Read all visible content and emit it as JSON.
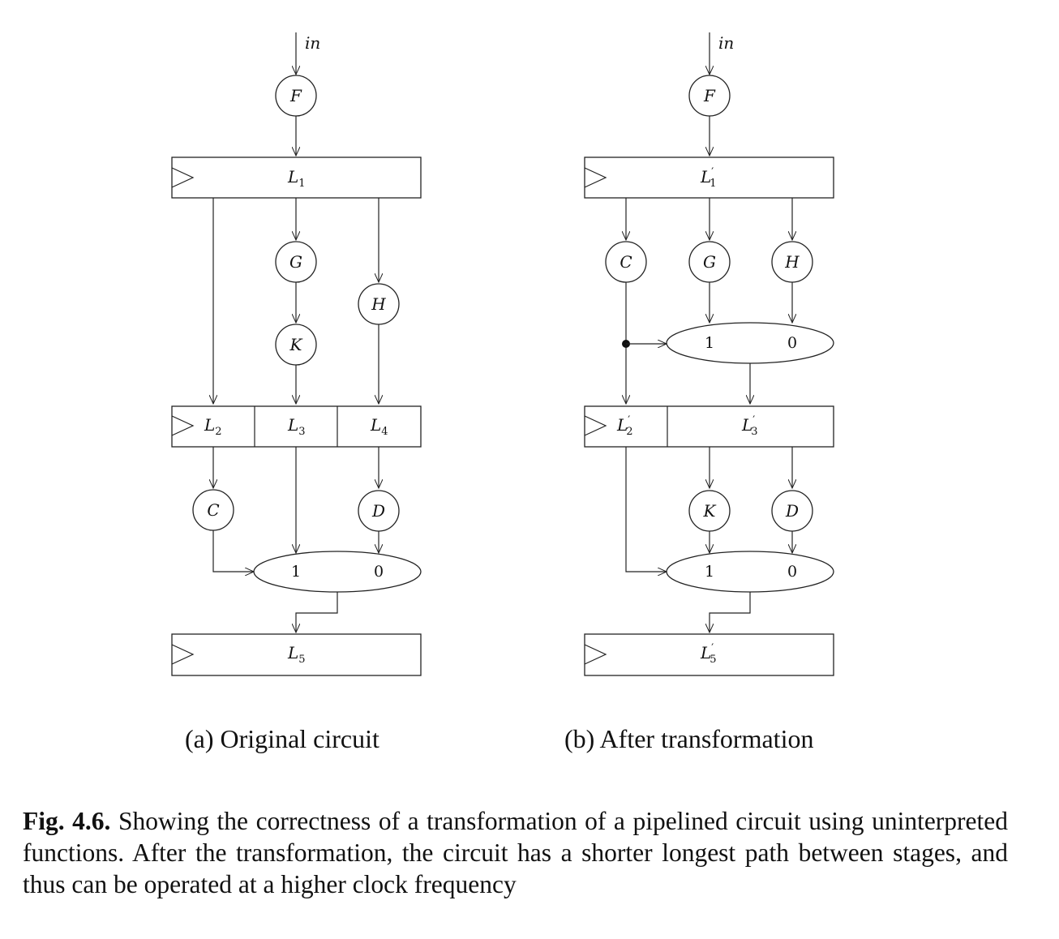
{
  "left_panel": {
    "caption": "(a) Original circuit",
    "input": "in",
    "nodes": {
      "F": "F",
      "G": "G",
      "K": "K",
      "H": "H",
      "C": "C",
      "D": "D"
    },
    "mux": {
      "one": "1",
      "zero": "0"
    },
    "latches": {
      "L1": {
        "base": "L",
        "sub": "1"
      },
      "L2": {
        "base": "L",
        "sub": "2"
      },
      "L3": {
        "base": "L",
        "sub": "3"
      },
      "L4": {
        "base": "L",
        "sub": "4"
      },
      "L5": {
        "base": "L",
        "sub": "5"
      }
    }
  },
  "right_panel": {
    "caption": "(b) After transformation",
    "input": "in",
    "nodes": {
      "F": "F",
      "C": "C",
      "G": "G",
      "H": "H",
      "K": "K",
      "D": "D"
    },
    "mux_top": {
      "one": "1",
      "zero": "0"
    },
    "mux_bottom": {
      "one": "1",
      "zero": "0"
    },
    "latches": {
      "L1": {
        "base": "L",
        "prime": "′",
        "sub": "1"
      },
      "L2": {
        "base": "L",
        "prime": "′",
        "sub": "2"
      },
      "L3": {
        "base": "L",
        "prime": "′",
        "sub": "3"
      },
      "L5": {
        "base": "L",
        "prime": "′",
        "sub": "5"
      }
    }
  },
  "figure_caption": {
    "label": "Fig. 4.6.",
    "text": "Showing the correctness of a transformation of a pipelined circuit using uninterpreted functions. After the transformation, the circuit has a shorter longest path between stages, and thus can be operated at a higher clock frequency"
  }
}
